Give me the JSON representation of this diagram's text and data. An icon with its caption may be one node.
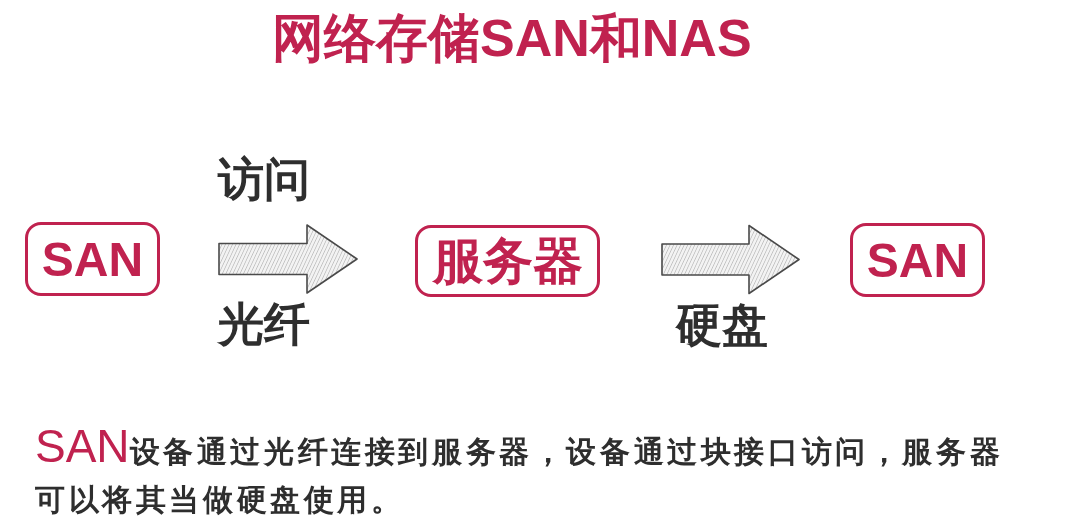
{
  "diagram": {
    "title": "网络存储SAN和NAS",
    "nodes": [
      {
        "text": [
          "SAN"
        ]
      },
      {
        "text": [
          "服务器"
        ]
      },
      {
        "text": [
          "SAN"
        ]
      }
    ],
    "edges": [
      {
        "from": 0,
        "to": 1,
        "arrow": "to",
        "label": "光纤"
      },
      {
        "from": 1,
        "to": 2,
        "arrow": "to",
        "label": "硬盘"
      }
    ],
    "labels": [
      "访问"
    ],
    "caption": "**SAN**设备通过光纤连接到服务器，设备通过块接口访问，服务器可以将其当做硬盘使用。"
  }
}
